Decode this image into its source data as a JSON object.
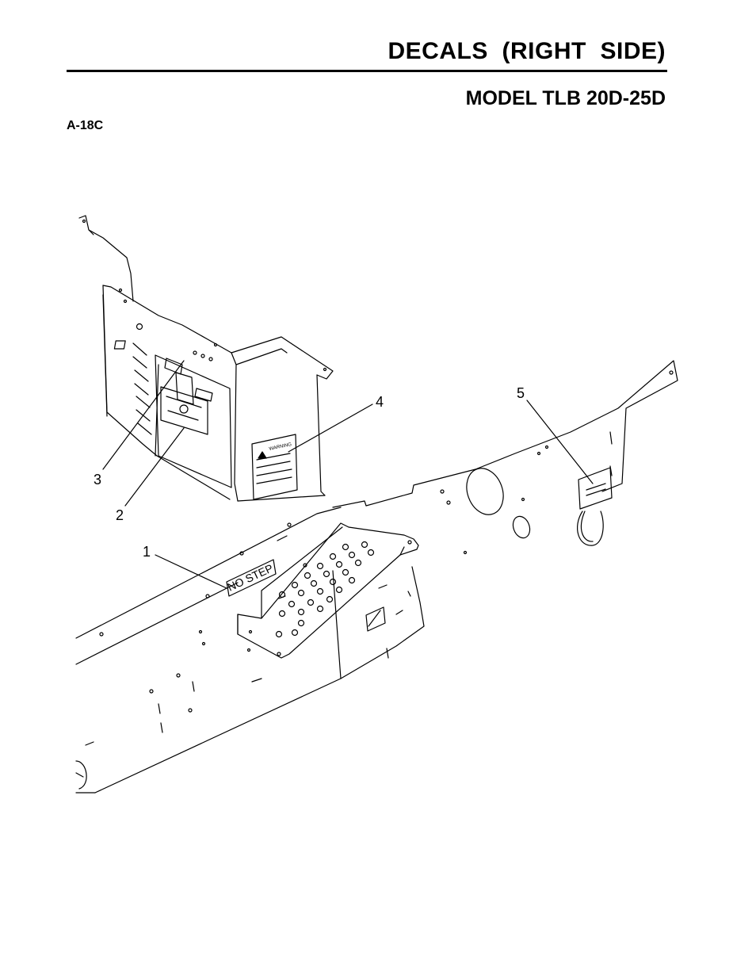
{
  "header": {
    "title": "DECALS  (RIGHT  SIDE)",
    "model": "MODEL TLB 20D-25D",
    "code": "A-18C"
  },
  "callouts": [
    "1",
    "2",
    "3",
    "4",
    "5"
  ],
  "decals": {
    "no_step": "NO STEP",
    "warning": "WARNING"
  }
}
